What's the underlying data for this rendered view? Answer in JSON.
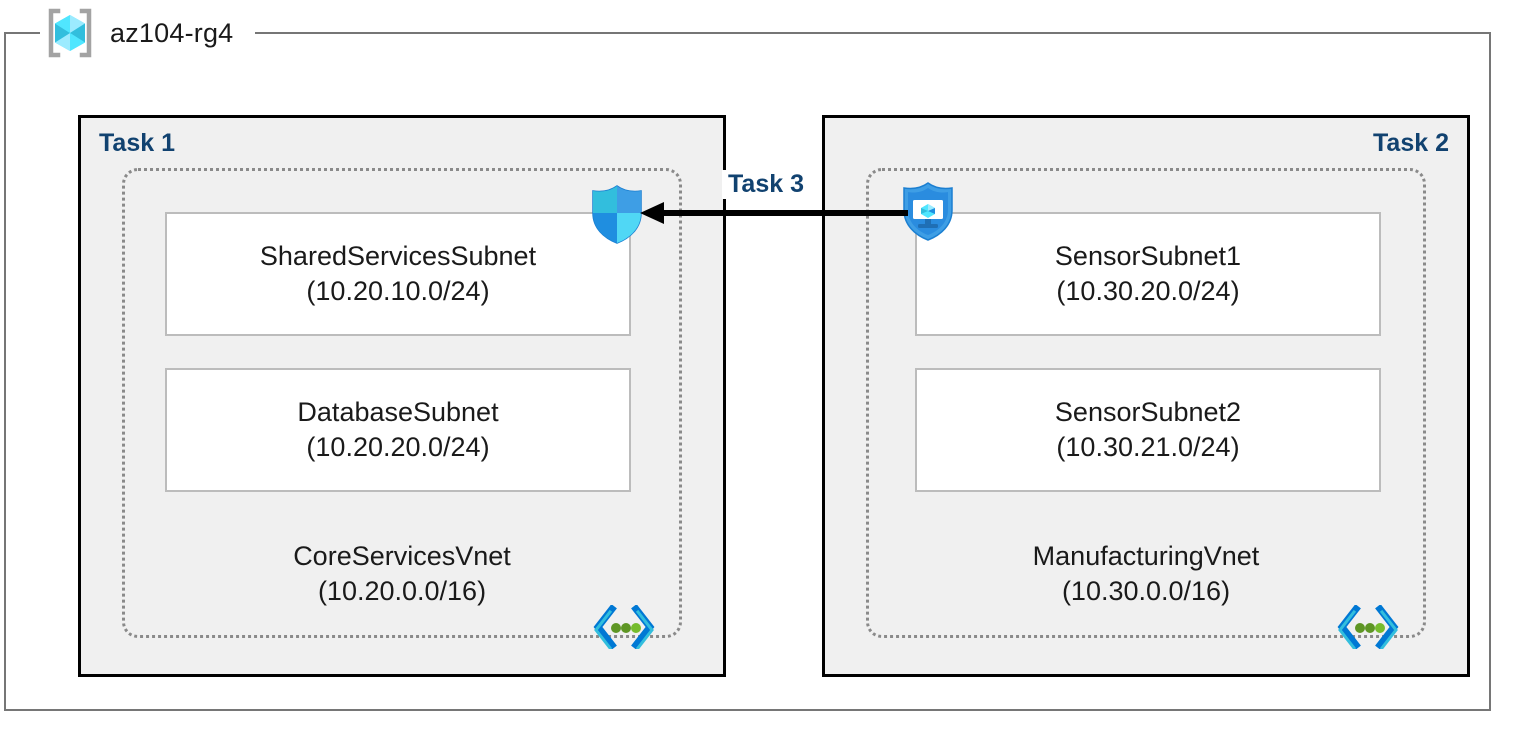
{
  "resource_group": {
    "icon": "azure-resource-group-icon",
    "title": "az104-rg4"
  },
  "colors": {
    "task_label": "#114270",
    "task_box_fill": "#f0f0f0",
    "task_box_border": "#000000",
    "vnet_border": "#8a8a8a",
    "subnet_border": "#bcbcbc",
    "rg_border": "#767676",
    "connector": "#000000",
    "icon_blue": "#0078d4",
    "icon_cyan": "#50e6ff",
    "icon_green": "#5e9624"
  },
  "tasks": [
    {
      "label": "Task 1",
      "align": "left",
      "vnet": {
        "name": "CoreServicesVnet",
        "cidr": "(10.20.0.0/16)",
        "icon": "virtual-network-icon"
      },
      "subnets": [
        {
          "name": "SharedServicesSubnet",
          "cidr": "(10.20.10.0/24)"
        },
        {
          "name": "DatabaseSubnet",
          "cidr": "(10.20.20.0/24)"
        }
      ]
    },
    {
      "label": "Task 2",
      "align": "right",
      "vnet": {
        "name": "ManufacturingVnet",
        "cidr": "(10.30.0.0/16)",
        "icon": "virtual-network-icon"
      },
      "subnets": [
        {
          "name": "SensorSubnet1",
          "cidr": "(10.30.20.0/24)"
        },
        {
          "name": "SensorSubnet2",
          "cidr": "(10.30.21.0/24)"
        }
      ]
    }
  ],
  "security_icons": [
    {
      "name": "firewall-shield-icon",
      "position": "task1-top-right"
    },
    {
      "name": "vm-security-shield-icon",
      "position": "task2-top-left"
    }
  ],
  "connector": {
    "label": "Task 3",
    "direction": "right-to-left",
    "arrowhead": "left"
  }
}
